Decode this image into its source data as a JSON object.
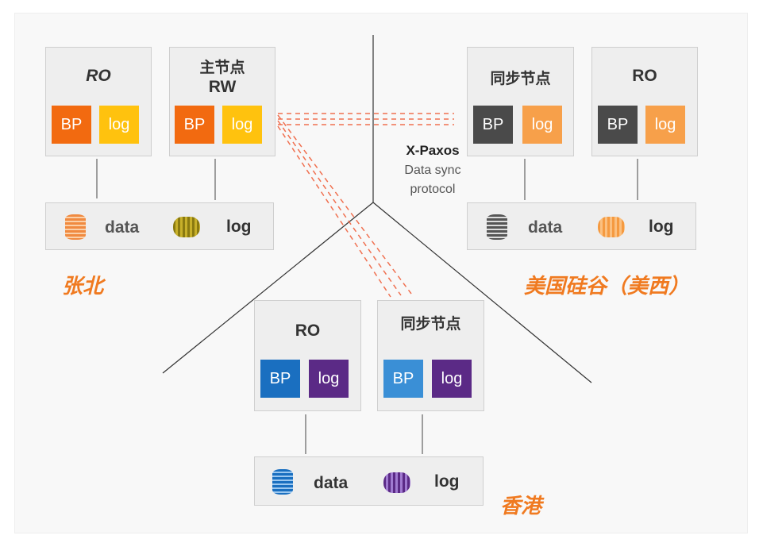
{
  "regions": {
    "zhangbei": "张北",
    "us": "美国硅谷（美西）",
    "hk": "香港"
  },
  "protocol": {
    "name": "X-Paxos",
    "line1": "Data sync",
    "line2": "protocol"
  },
  "zhangbei": {
    "ro": {
      "title": "RO",
      "bp": "BP",
      "log": "log"
    },
    "rw": {
      "title1": "主节点",
      "title2": "RW",
      "bp": "BP",
      "log": "log"
    },
    "storage": {
      "data": "data",
      "log": "log"
    }
  },
  "us": {
    "sync": {
      "title": "同步节点",
      "bp": "BP",
      "log": "log"
    },
    "ro": {
      "title": "RO",
      "bp": "BP",
      "log": "log"
    },
    "storage": {
      "data": "data",
      "log": "log"
    }
  },
  "hk": {
    "ro": {
      "title": "RO",
      "bp": "BP",
      "log": "log"
    },
    "sync": {
      "title": "同步节点",
      "bp": "BP",
      "log": "log"
    },
    "storage": {
      "data": "data",
      "log": "log"
    }
  },
  "colors": {
    "zb_bp": "#f26a10",
    "zb_log": "#ffc20e",
    "us_bp": "#4a4a4a",
    "us_log": "#f7a04a",
    "hk_bp": "#1a6fc0",
    "hk_log": "#5b2a86",
    "region": "#f07a20"
  }
}
